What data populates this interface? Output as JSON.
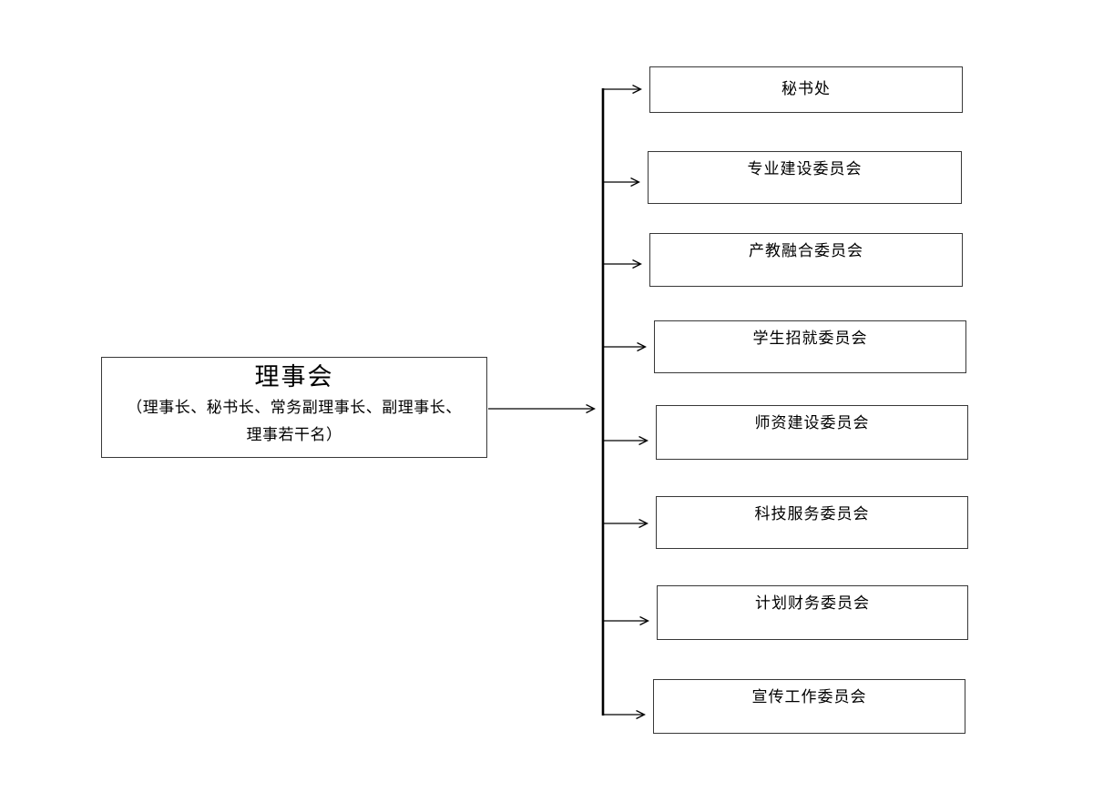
{
  "diagram": {
    "type": "org-chart",
    "root": {
      "title": "理事会",
      "subtitle_lines": [
        "（理事长、秘书长、常务副理事长、副理事长、",
        "理事若干名）"
      ]
    },
    "children": [
      {
        "label": "秘书处"
      },
      {
        "label": "专业建设委员会"
      },
      {
        "label": "产教融合委员会"
      },
      {
        "label": "学生招就委员会"
      },
      {
        "label": "师资建设委员会"
      },
      {
        "label": "科技服务委员会"
      },
      {
        "label": "计划财务委员会"
      },
      {
        "label": "宣传工作委员会"
      }
    ],
    "colors": {
      "background": "#ffffff",
      "box_border": "#383838",
      "line": "#000000",
      "text": "#000000"
    }
  }
}
